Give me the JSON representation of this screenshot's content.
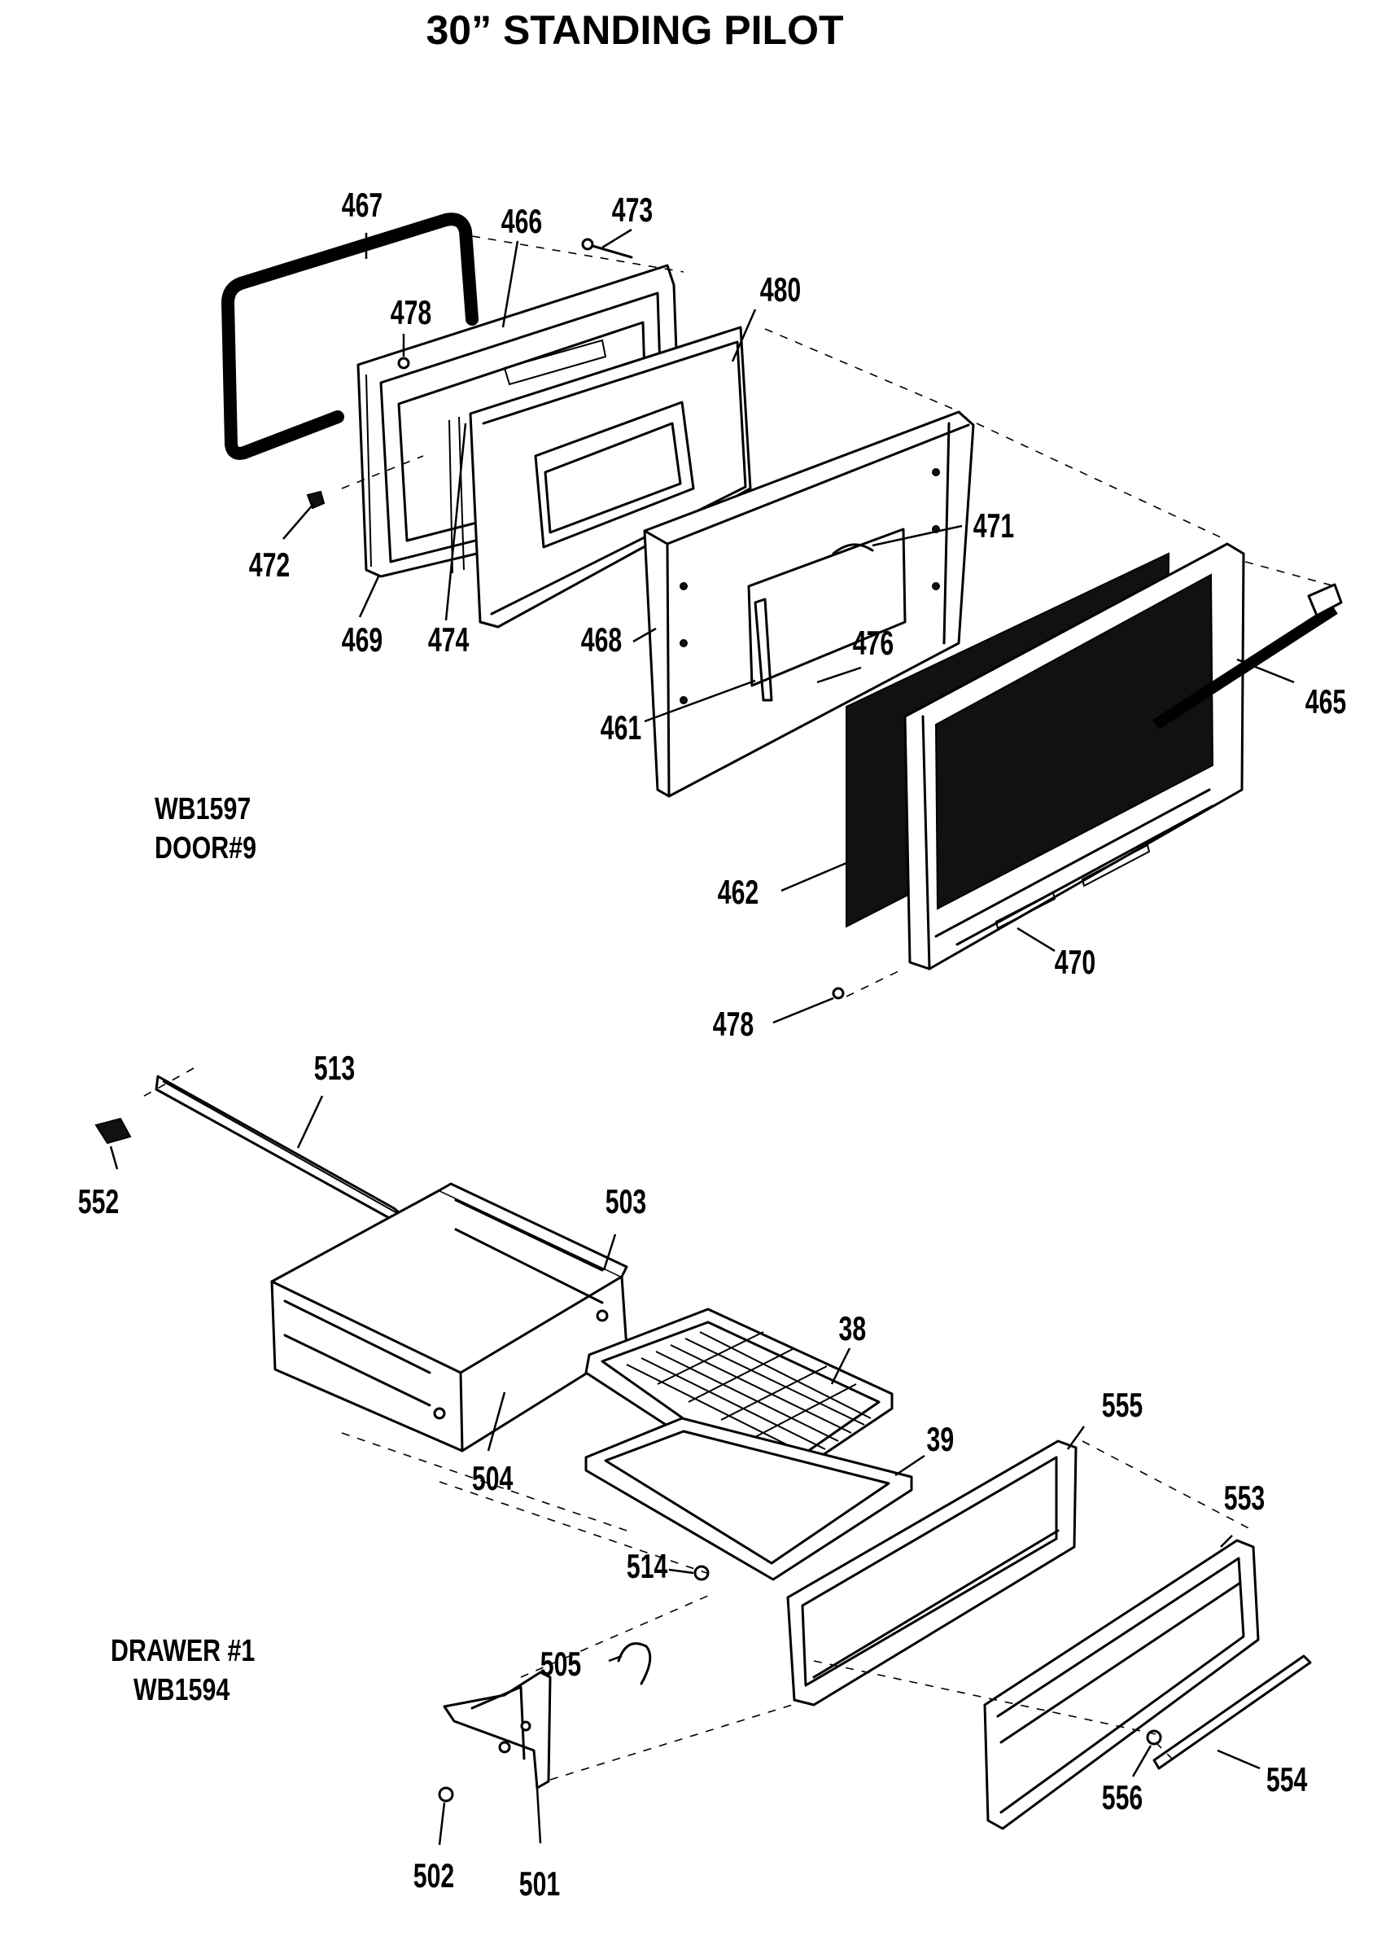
{
  "title": "30” STANDING PILOT",
  "groups": {
    "door": {
      "line1": "WB1597",
      "line2": "DOOR#9"
    },
    "drawer": {
      "line1": "DRAWER #1",
      "line2": "WB1594"
    }
  },
  "parts": {
    "p467": "467",
    "p466": "466",
    "p473": "473",
    "p478a": "478",
    "p480": "480",
    "p472": "472",
    "p469": "469",
    "p474": "474",
    "p471": "471",
    "p468": "468",
    "p476a": "476",
    "p465": "465",
    "p461": "461",
    "p462": "462",
    "p470": "470",
    "p478b": "478",
    "p513": "513",
    "p552": "552",
    "p503": "503",
    "p38": "38",
    "p555": "555",
    "p504": "504",
    "p39": "39",
    "p553": "553",
    "p514": "514",
    "p505": "505",
    "p554": "554",
    "p556": "556",
    "p502": "502",
    "p501": "501"
  }
}
